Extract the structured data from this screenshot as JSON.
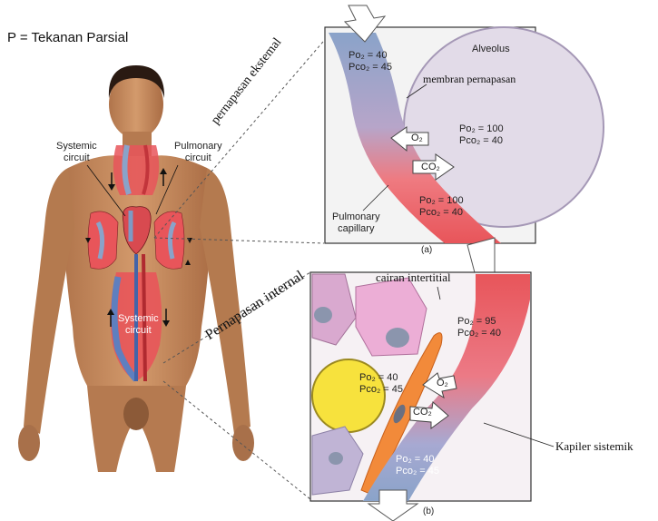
{
  "legend": "P = Tekanan Parsial",
  "body_labels": {
    "systemic_top_1": "Systemic",
    "systemic_top_2": "circuit",
    "pulmonary_1": "Pulmonary",
    "pulmonary_2": "circuit",
    "systemic_mid_1": "Systemic",
    "systemic_mid_2": "circuit"
  },
  "rotated_labels": {
    "external": "pernapasan ekstemal",
    "internal": "Pernapasan internal"
  },
  "panel_a": {
    "tag": "(a)",
    "alveolus": "Alveolus",
    "membrane": "membran pernapasan",
    "capillary_po2": "Po₂ = 40",
    "capillary_pco2": "Pco₂ = 45",
    "alveolus_po2": "Po₂ = 100",
    "alveolus_pco2": "Pco₂ = 40",
    "o2_arrow": "O₂",
    "co2_arrow": "CO₂",
    "exit_po2": "Po₂ = 100",
    "exit_pco2": "Pco₂ = 40",
    "pulmonary_1": "Pulmonary",
    "pulmonary_2": "capillary"
  },
  "panel_b": {
    "tag": "(b)",
    "cairan": "cairan intertitial",
    "entry_po2": "Po₂ = 95",
    "entry_pco2": "Pco₂ = 40",
    "tissue_po2": "Po₂ = 40",
    "tissue_pco2": "Pco₂ = 45",
    "o2_arrow": "O₂",
    "co2_arrow": "CO₂",
    "exit_po2": "Po₂ = 40",
    "exit_pco2": "Pco₂ = 45"
  },
  "kapiler": "Kapiler sistemik",
  "colors": {
    "oxygenated": "#e8555a",
    "deoxygenated": "#8aa3c9",
    "alveolus": "#e2dbe8",
    "skin": "#c98a5e"
  }
}
